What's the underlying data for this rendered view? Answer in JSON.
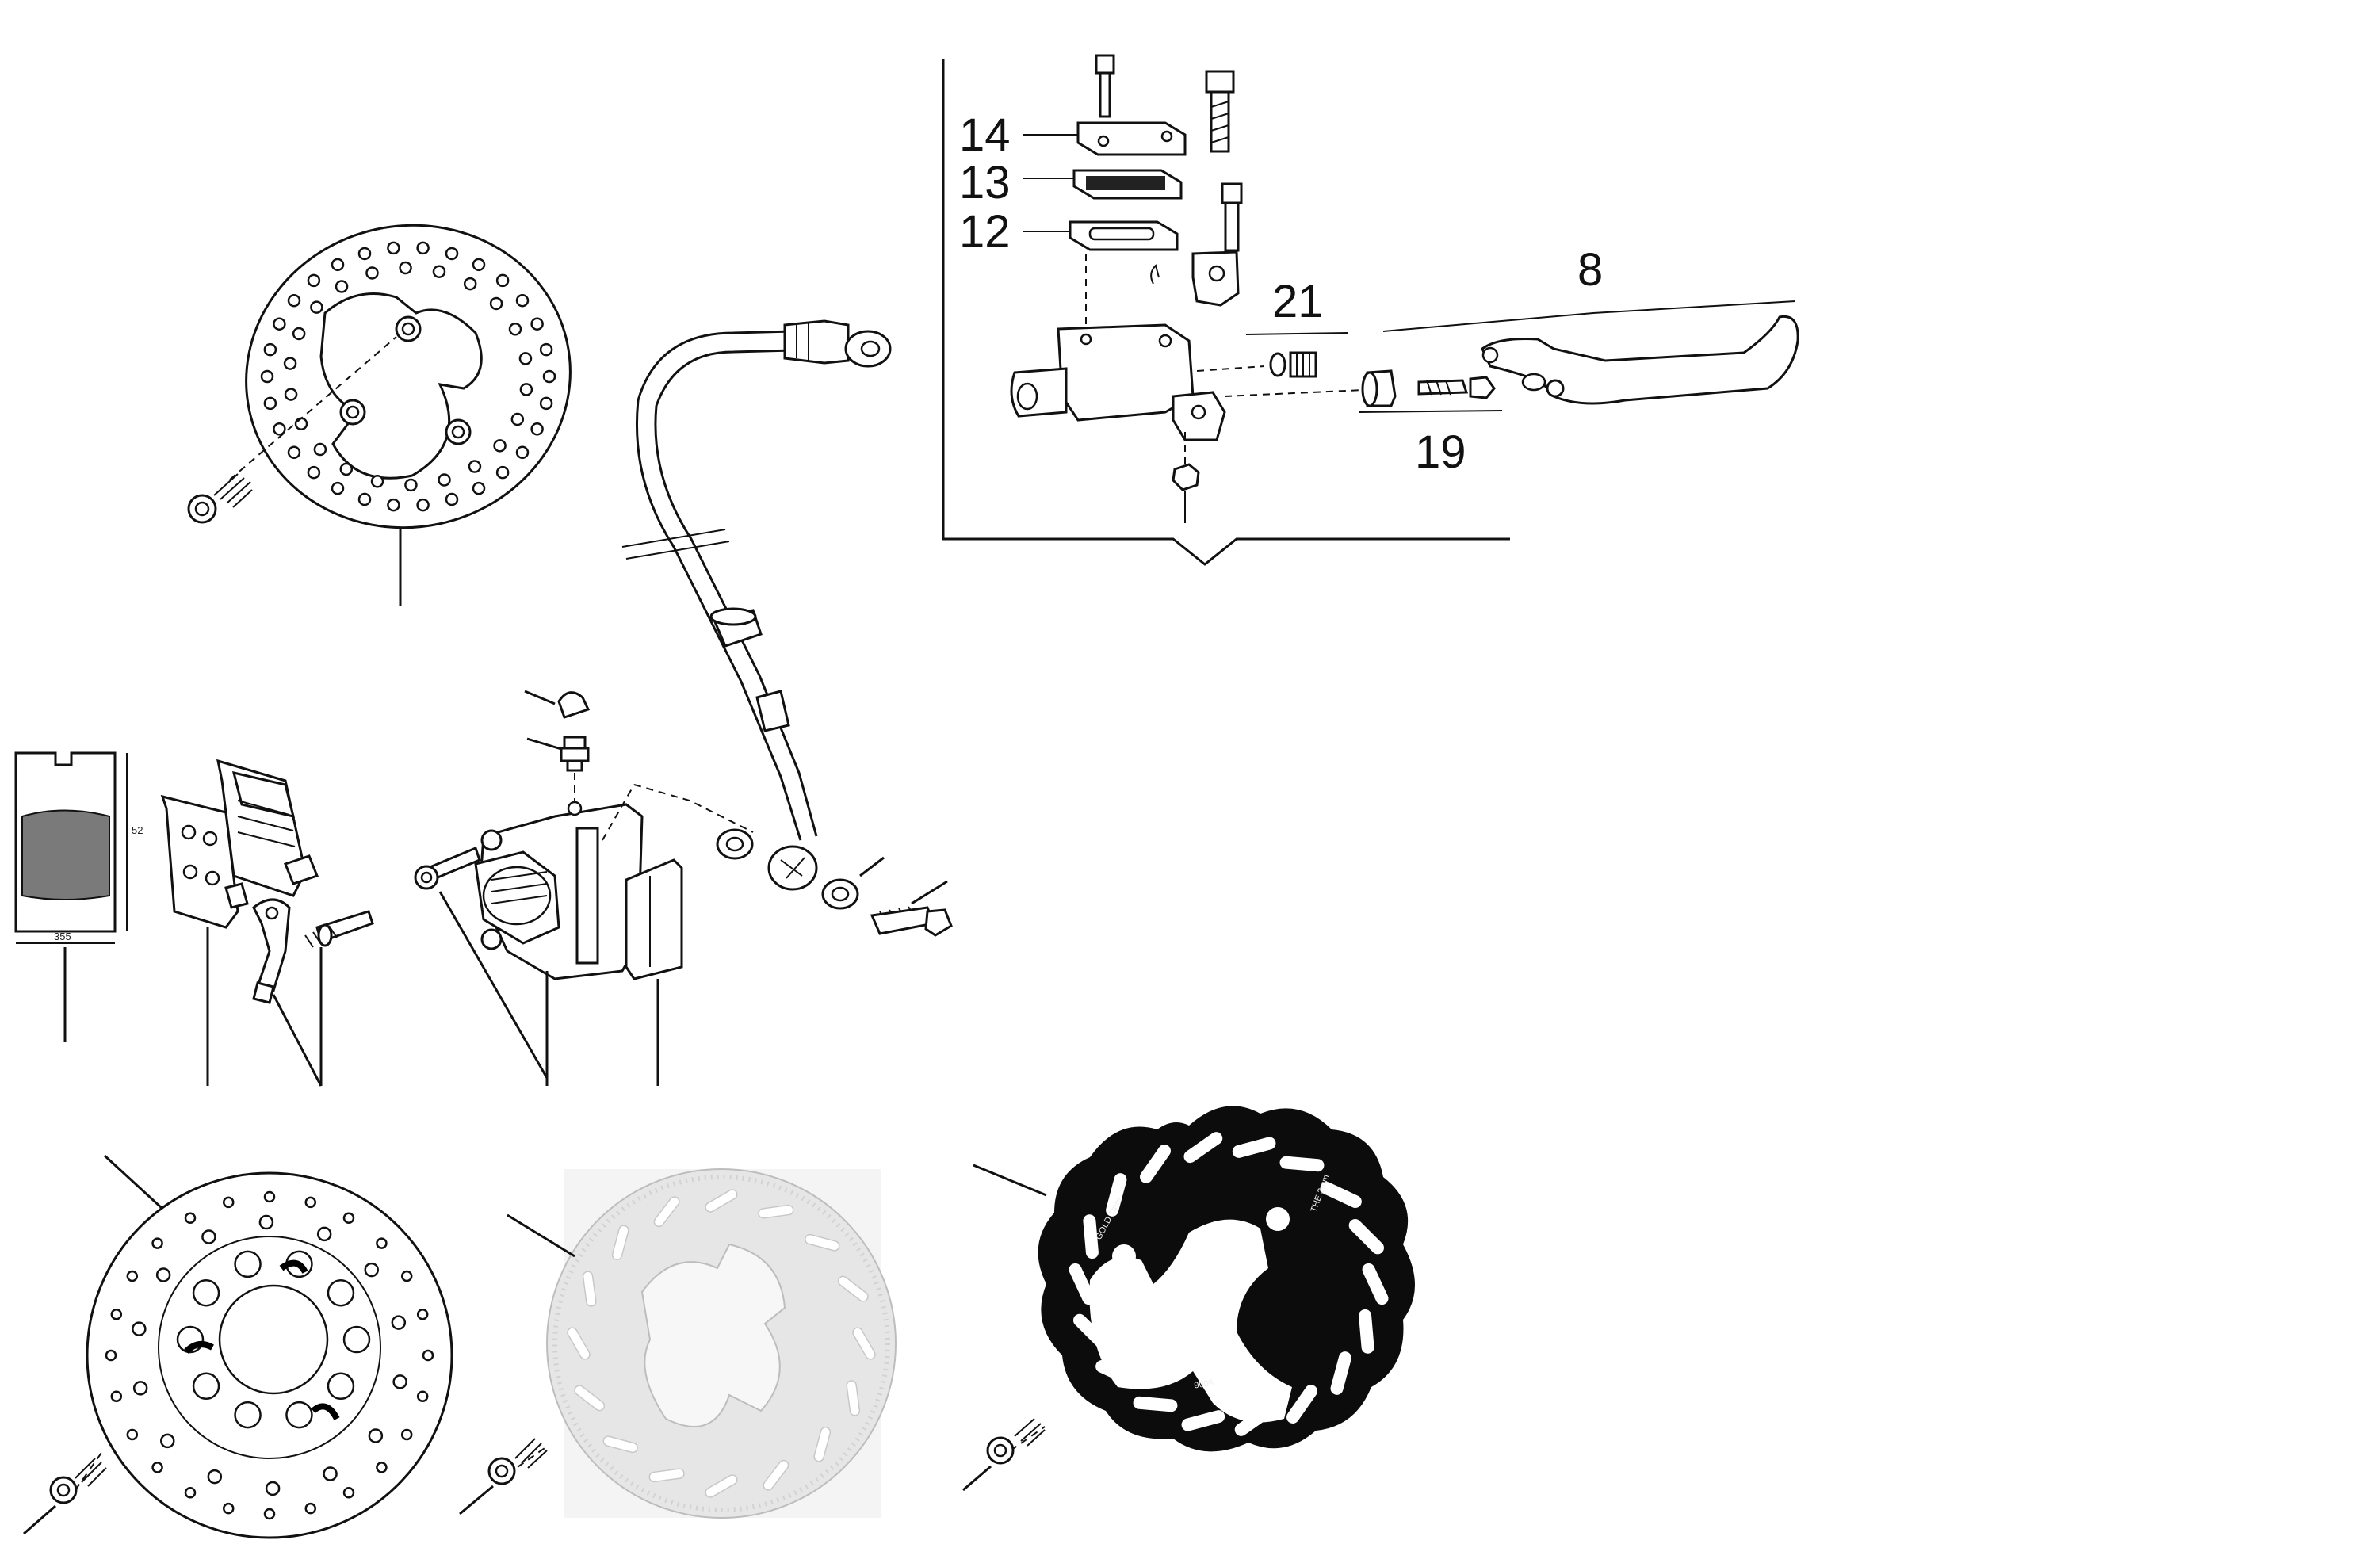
{
  "callouts": {
    "c14": "14",
    "c13": "13",
    "c12": "12",
    "c21": "21",
    "c8": "8",
    "c19": "19"
  },
  "pad_dimensions": {
    "height": "52",
    "width": "355"
  },
  "disc_markings": {
    "mark_a": "THE 3mm",
    "mark_b": "GOLD 1mm",
    "mark_c": "5006"
  }
}
